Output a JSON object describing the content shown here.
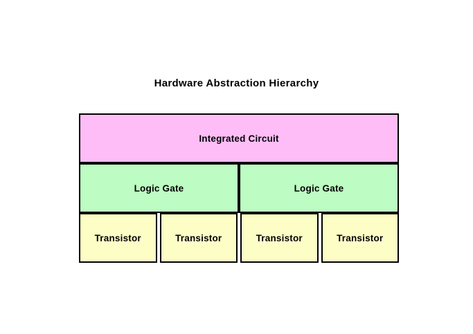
{
  "title": "Hardware Abstraction Hierarchy",
  "colors": {
    "integrated_circuit": "#ffbdf8",
    "logic_gate": "#bdfcc2",
    "transistor": "#fdfdc6",
    "border": "#000000",
    "background": "#ffffff",
    "text": "#000000"
  },
  "diagram": {
    "levels": [
      {
        "name": "integrated-circuit-level",
        "nodes": [
          {
            "label": "Integrated Circuit"
          }
        ]
      },
      {
        "name": "logic-gate-level",
        "nodes": [
          {
            "label": "Logic Gate"
          },
          {
            "label": "Logic Gate"
          }
        ]
      },
      {
        "name": "transistor-level",
        "nodes": [
          {
            "label": "Transistor"
          },
          {
            "label": "Transistor"
          },
          {
            "label": "Transistor"
          },
          {
            "label": "Transistor"
          }
        ]
      }
    ]
  }
}
